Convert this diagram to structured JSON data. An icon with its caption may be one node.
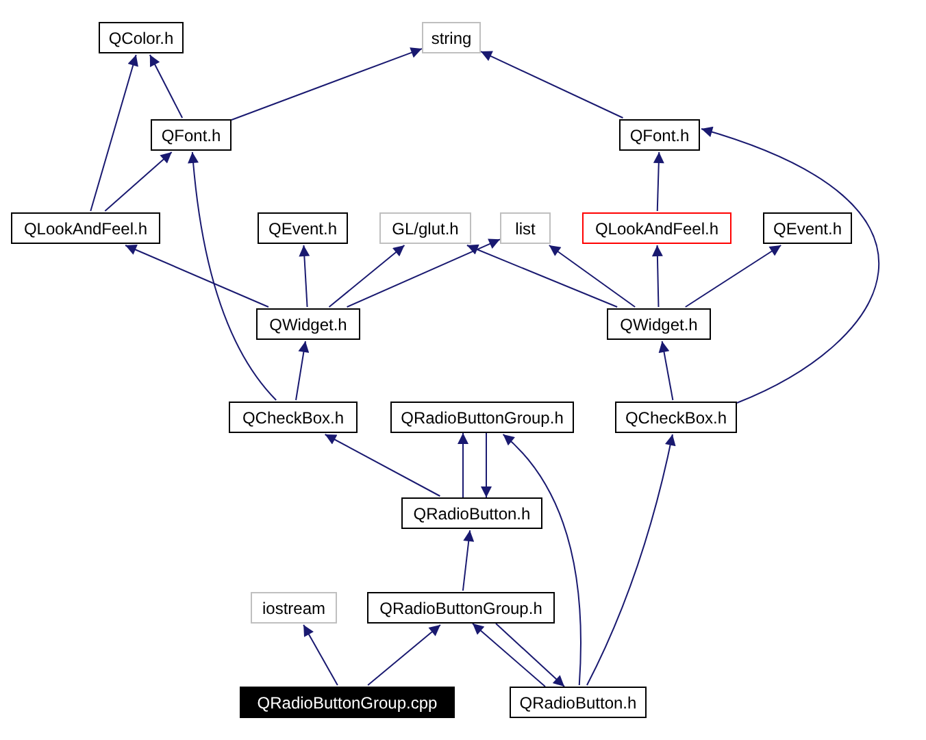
{
  "diagram": {
    "nodes": [
      {
        "text": [
          "QColor.h"
        ]
      },
      {
        "text": [
          "string"
        ]
      },
      {
        "text": [
          "QFont.h"
        ]
      },
      {
        "text": [
          "QFont.h"
        ]
      },
      {
        "text": [
          "QLookAndFeel.h"
        ]
      },
      {
        "text": [
          "QEvent.h"
        ]
      },
      {
        "text": [
          "GL/glut.h"
        ]
      },
      {
        "text": [
          "list"
        ]
      },
      {
        "text": [
          "QLookAndFeel.h"
        ]
      },
      {
        "text": [
          "QEvent.h"
        ]
      },
      {
        "text": [
          "QWidget.h"
        ]
      },
      {
        "text": [
          "QWidget.h"
        ]
      },
      {
        "text": [
          "QCheckBox.h"
        ]
      },
      {
        "text": [
          "QRadioButtonGroup.h"
        ]
      },
      {
        "text": [
          "QCheckBox.h"
        ]
      },
      {
        "text": [
          "QRadioButton.h"
        ]
      },
      {
        "text": [
          "iostream"
        ]
      },
      {
        "text": [
          "QRadioButtonGroup.h"
        ]
      },
      {
        "text": [
          "QRadioButtonGroup.cpp"
        ]
      },
      {
        "text": [
          "QRadioButton.h"
        ]
      }
    ],
    "edges": [
      {
        "from": 18,
        "to": 16,
        "arrow": "to"
      },
      {
        "from": 18,
        "to": 17,
        "arrow": "to"
      },
      {
        "from": 17,
        "to": 15,
        "arrow": "to"
      },
      {
        "from": 17,
        "to": 19,
        "arrow": "to"
      },
      {
        "from": 19,
        "to": 17,
        "arrow": "to"
      },
      {
        "from": 19,
        "to": 14,
        "arrow": "to"
      },
      {
        "from": 19,
        "to": 13,
        "arrow": "to"
      },
      {
        "from": 15,
        "to": 13,
        "arrow": "to"
      },
      {
        "from": 13,
        "to": 15,
        "arrow": "to"
      },
      {
        "from": 15,
        "to": 12,
        "arrow": "to"
      },
      {
        "from": 12,
        "to": 10,
        "arrow": "to"
      },
      {
        "from": 12,
        "to": 2,
        "arrow": "to"
      },
      {
        "from": 14,
        "to": 11,
        "arrow": "to"
      },
      {
        "from": 14,
        "to": 3,
        "arrow": "to"
      },
      {
        "from": 11,
        "to": 6,
        "arrow": "to"
      },
      {
        "from": 11,
        "to": 7,
        "arrow": "to"
      },
      {
        "from": 11,
        "to": 8,
        "arrow": "to"
      },
      {
        "from": 11,
        "to": 9,
        "arrow": "to"
      },
      {
        "from": 10,
        "to": 4,
        "arrow": "to"
      },
      {
        "from": 10,
        "to": 5,
        "arrow": "to"
      },
      {
        "from": 10,
        "to": 6,
        "arrow": "to"
      },
      {
        "from": 10,
        "to": 7,
        "arrow": "to"
      },
      {
        "from": 8,
        "to": 3,
        "arrow": "to"
      },
      {
        "from": 4,
        "to": 0,
        "arrow": "to"
      },
      {
        "from": 4,
        "to": 2,
        "arrow": "to"
      },
      {
        "from": 2,
        "to": 0,
        "arrow": "to"
      },
      {
        "from": 2,
        "to": 1,
        "arrow": "to"
      },
      {
        "from": 3,
        "to": 1,
        "arrow": "to"
      }
    ]
  }
}
